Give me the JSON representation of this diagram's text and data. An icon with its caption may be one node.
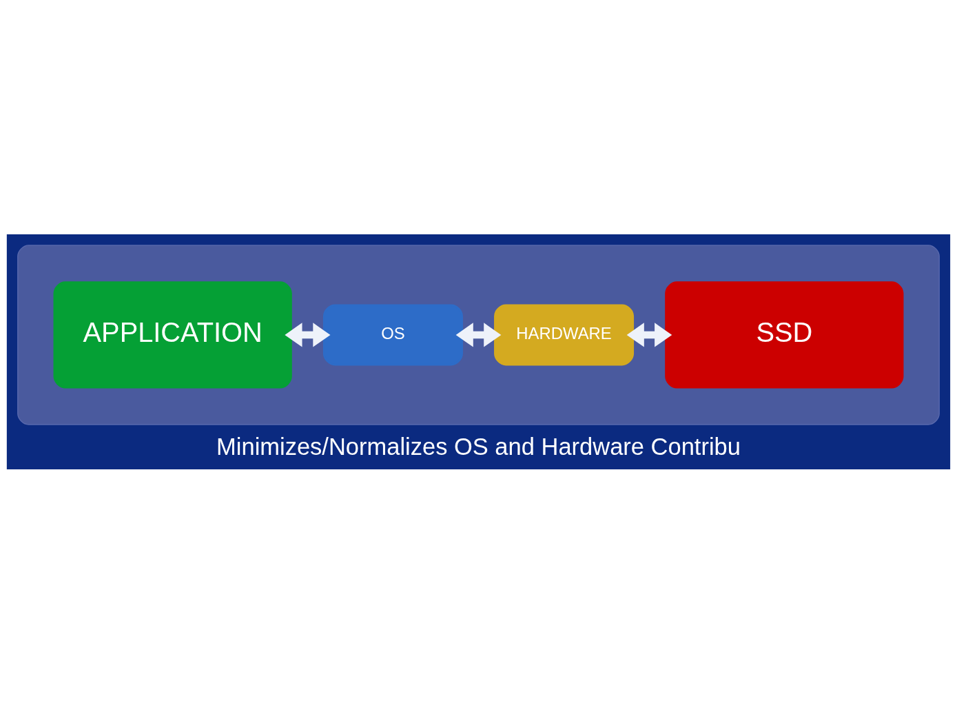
{
  "diagram": {
    "caption": "Minimizes/Normalizes OS and Hardware Contribu",
    "nodes": [
      {
        "text": [],
        "shape": "box"
      },
      {
        "text": [
          "APPLICATION"
        ],
        "in": 0
      },
      {
        "text": [
          "OS"
        ],
        "in": 0
      },
      {
        "text": [
          "HARDWARE"
        ],
        "in": 0
      },
      {
        "text": [
          "SSD"
        ],
        "in": 0
      }
    ],
    "edges": [
      {
        "from": 1,
        "to": 2,
        "arrow": "both"
      },
      {
        "from": 2,
        "to": 3,
        "arrow": "both"
      },
      {
        "from": 3,
        "to": 4,
        "arrow": "both"
      }
    ]
  }
}
